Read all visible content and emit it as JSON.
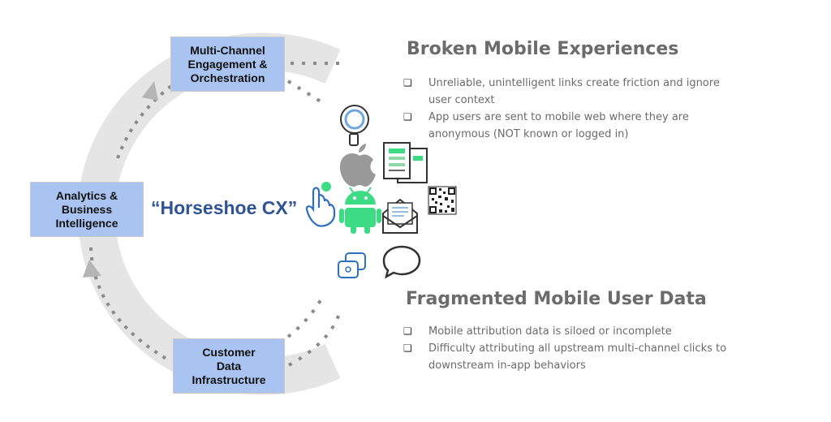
{
  "diagram": {
    "center_label": "“Horseshoe CX”",
    "boxes": {
      "engagement": [
        "Multi-Channel",
        "Engagement &",
        "Orchestration"
      ],
      "analytics": [
        "Analytics &",
        "Business",
        "Intelligence"
      ],
      "cdi": [
        "Customer",
        "Data",
        "Infrastructure"
      ]
    },
    "colors": {
      "box_fill": "#a9c4f0",
      "arc": "#e5e5e5",
      "accent_blue": "#2f5496",
      "android": "#3ddc84",
      "apple": "#999999",
      "text_gray": "#6b6b6b"
    },
    "icons": [
      "search-icon",
      "apple-icon",
      "web-page-icon",
      "pointing-hand-icon",
      "android-icon",
      "qr-code-icon",
      "email-icon",
      "chat-bubble-icon",
      "app-switch-icon"
    ]
  },
  "sections": [
    {
      "heading": "Broken Mobile Experiences",
      "bullets": [
        [
          "Unreliable, unintelligent links create friction and ignore",
          "user context"
        ],
        [
          "App users are sent to mobile web where they are",
          "anonymous (NOT known or logged in)"
        ]
      ]
    },
    {
      "heading": "Fragmented Mobile User Data",
      "bullets": [
        [
          "Mobile attribution data is siloed or incomplete"
        ],
        [
          "Difficulty attributing all upstream multi-channel clicks to",
          "downstream in-app behaviors"
        ]
      ]
    }
  ],
  "bullet_mark": "❏"
}
